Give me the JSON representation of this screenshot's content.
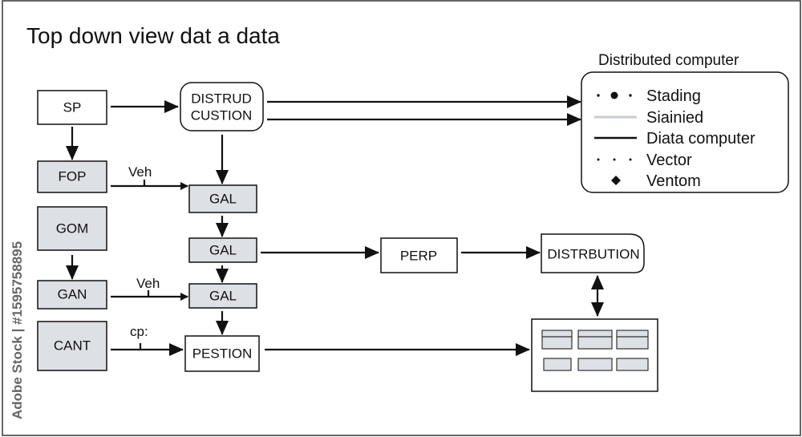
{
  "title": "Top down view dat a data",
  "watermark": "Adobe Stock | #1595758895",
  "nodes": {
    "sp": "SP",
    "distrud_line1": "DISTRUD",
    "distrud_line2": "CUSTION",
    "fop": "FOP",
    "gom": "GOM",
    "gan": "GAN",
    "cant": "CANT",
    "gal1": "GAL",
    "gal2": "GAL",
    "gal3": "GAL",
    "pestion": "PESTION",
    "perp": "PERP",
    "distrbution": "DISTRBUTION"
  },
  "edge_labels": {
    "fop_gal": "Veh",
    "gan_gal": "Veh",
    "cant_pestion": "cp:"
  },
  "legend": {
    "title": "Distributed computer",
    "items": [
      {
        "marker": "dot-large-dot",
        "label": "Stading"
      },
      {
        "marker": "light-line",
        "label": "Siainied"
      },
      {
        "marker": "solid-line",
        "label": "Diata computer"
      },
      {
        "marker": "dots",
        "label": "Vector"
      },
      {
        "marker": "diamond",
        "label": "Ventom"
      }
    ]
  },
  "colors": {
    "node_fill": "#dde0e4",
    "line": "#111111",
    "light_line": "#c5ccd6"
  }
}
